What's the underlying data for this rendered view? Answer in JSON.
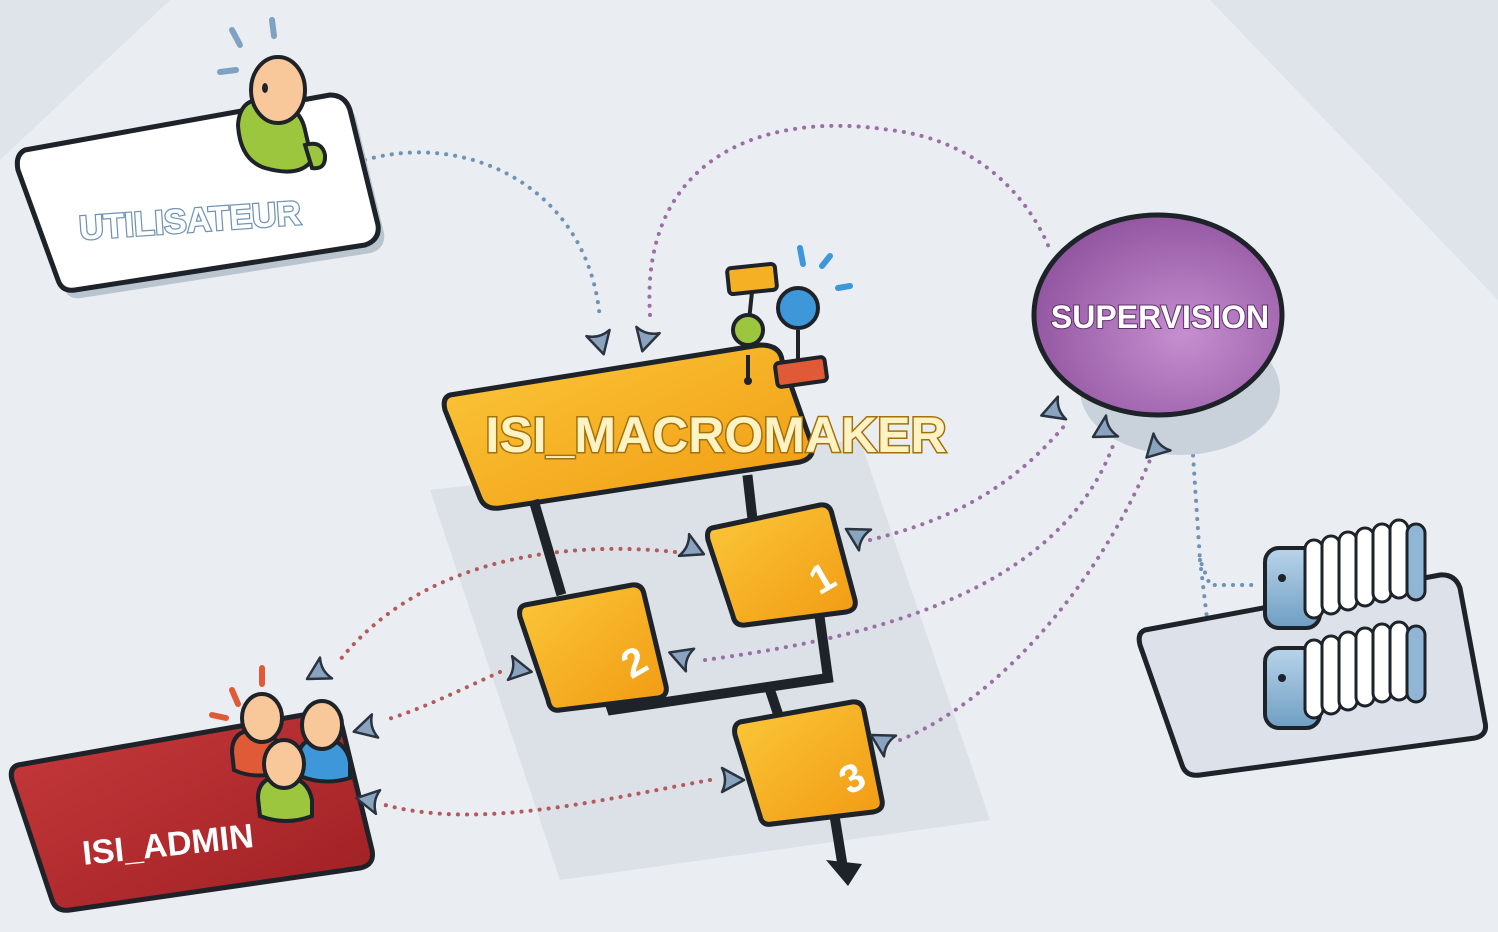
{
  "nodes": {
    "utilisateur": "UTILISATEUR",
    "macromaker": "ISI_MACROMAKER",
    "supervision": "SUPERVISION",
    "isi_admin": "ISI_ADMIN",
    "step1": "1",
    "step2": "2",
    "step3": "3"
  },
  "colors": {
    "background": "#dfe4ea",
    "utilisateur_box": "#ffffff",
    "macromaker_box": "#f8b21c",
    "supervision": "#9b62a8",
    "isi_admin_box": "#b72a2d",
    "link_user": "#6e93b4",
    "link_supervision": "#9b6fa6",
    "link_admin": "#b45a5c",
    "server": "#8fb6d4"
  },
  "icons": [
    "person-icon",
    "group-icon",
    "workflow-icon",
    "server-icon"
  ]
}
